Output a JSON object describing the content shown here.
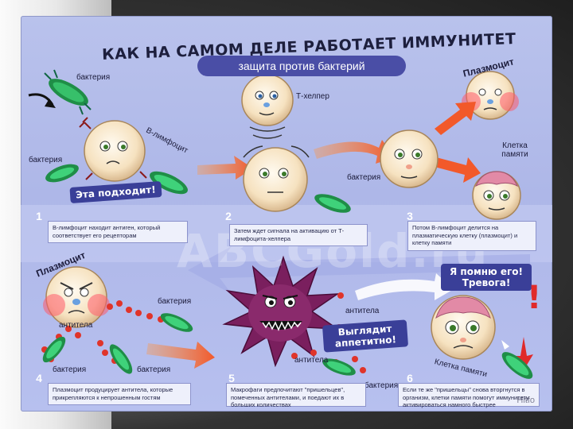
{
  "poster": {
    "title": "КАК НА САМОМ ДЕЛЕ РАБОТАЕТ ИММУНИТЕТ",
    "subtitle": "защита против бактерий",
    "watermark": "ABCGold.ru",
    "site": "Hitfo"
  },
  "labels": {
    "bacteria_1": "бактерия",
    "bacteria_2": "бактерия",
    "b_lymphocyte": "В-лимфоцит",
    "this_fits": "Эта подходит!",
    "t_helper": "Т-хелпер",
    "bacteria_3": "бактерия",
    "plasmocyte_top": "Плазмоцит",
    "memory_cell_top": "Клетка памяти",
    "plasmocyte_mid": "Плазмоцит",
    "bacteria_4": "бактерия",
    "antibodies_1": "антитела",
    "bacteria_5": "бактерия",
    "bacteria_6": "бактерия",
    "antibodies_2": "антитела",
    "antibodies_3": "антитела",
    "looks_tasty": "Выглядит аппетитно!",
    "bacteria_7": "бактерия",
    "remember_alarm": "Я помню его! Тревога!",
    "memory_cell_bottom": "Клетка памяти",
    "exclamation": "!"
  },
  "steps": [
    {
      "number": "1",
      "text": "В-лимфоцит находит антиген, который соответствует его рецепторам"
    },
    {
      "number": "2",
      "text": "Затем ждет сигнала на активацию от Т-лимфоцита-хелпера"
    },
    {
      "number": "3",
      "text": "Потом В-лимфоцит делится на плазматическую клетку (плазмоцит) и клетку памяти"
    },
    {
      "number": "4",
      "text": "Плазмоцит продуцирует антитела, которые прикрепляются к непрошенным гостям"
    },
    {
      "number": "5",
      "text": "Макрофаги предпочитают \"пришельцев\", помеченных антителами, и поедают их в больших количествах"
    },
    {
      "number": "6",
      "text": "Если те же \"пришельцы\" снова вторгнутся в организм, клетки памяти помогут иммунитету активироваться намного быстрее"
    }
  ],
  "colors": {
    "poster_bg": "#b3bcec",
    "title_pill": "#4a4ea6",
    "arrow": "#f26a2a",
    "bacteria": "#2aa64a",
    "antibody": "#e0342a",
    "macrophage": "#7a1f5e",
    "cell_face": "#f7e8c8"
  },
  "icons": [
    "bacteria-icon",
    "lymphocyte-face-icon",
    "macrophage-icon",
    "antibody-icon",
    "arrow-icon"
  ]
}
